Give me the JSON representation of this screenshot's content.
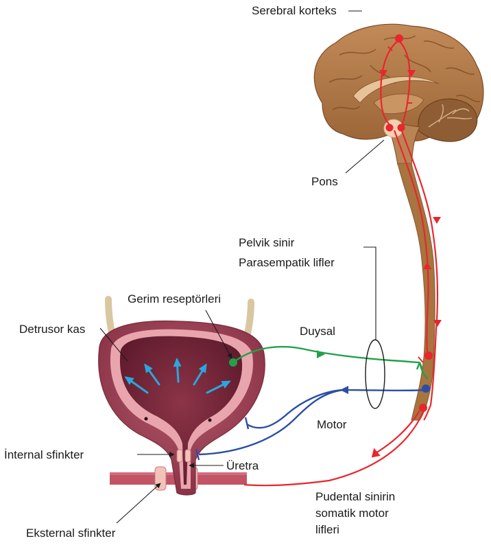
{
  "labels": {
    "cortex": "Serebral korteks",
    "pons": "Pons",
    "pelvic_line1": "Pelvik sinir",
    "pelvic_line2": "Parasempatik lifler",
    "stretch_receptors": "Gerim reseptörleri",
    "detrusor": "Detrusor kas",
    "sensory": "Duysal",
    "motor": "Motor",
    "internal_sphincter": "İnternal sfinkter",
    "urethra": "Üretra",
    "external_sphincter": "Eksternal sfinkter",
    "pudendal_line1": "Pudental sinirin",
    "pudendal_line2": "somatik motor",
    "pudendal_line3": "lifleri"
  },
  "colors": {
    "brain": "#b07a4a",
    "brain_dark": "#8a5a33",
    "spinal_cord": "#a8743f",
    "bladder_outer": "#a04a5e",
    "bladder_inner": "#6e2236",
    "bladder_rim": "#e9a5ad",
    "red_pathway": "#e8262d",
    "green_pathway": "#22a04b",
    "blue_pathway": "#2a4ea6",
    "stretch_arrows": "#2aa7e0",
    "label_line": "#1a1a1a"
  }
}
